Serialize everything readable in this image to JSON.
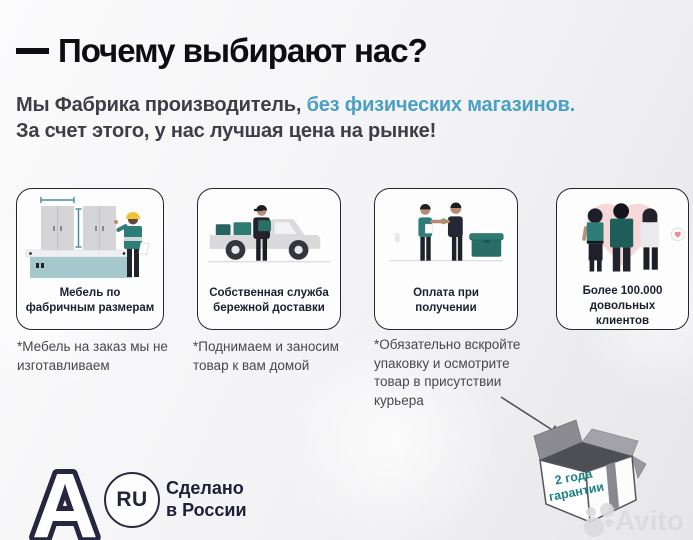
{
  "header": {
    "title": "Почему выбирают нас?",
    "subtitle_part1": "Мы Фабрика производитель, ",
    "subtitle_highlight": "без физических магазинов.",
    "subtitle_line2": "За счет этого, у нас лучшая цена на рынке!"
  },
  "colors": {
    "accent_blue": "#4a9fc4",
    "dark_navy": "#23233a",
    "title_black": "#0d0d12",
    "note_gray": "#47474e",
    "card_border": "#25252f",
    "illustration_teal": "#2e7d79",
    "guarantee_teal": "#1f8183",
    "helmet_yellow": "#f2c230",
    "pink_heart": "#f6d8d8"
  },
  "cards": [
    {
      "icon": "furniture-measurement-illustration",
      "label": "Мебель по фабричным размерам"
    },
    {
      "icon": "delivery-truck-illustration",
      "label": "Собственная служба бережной доставки"
    },
    {
      "icon": "payment-on-delivery-illustration",
      "label": "Оплата при получении"
    },
    {
      "icon": "happy-clients-illustration",
      "label": "Более 100.000 довольных клиентов"
    }
  ],
  "notes": [
    "*Мебель на заказ мы не изготавливаем",
    "*Поднимаем и заносим товар к вам домой",
    "*Обязательно вскройте упаковку и осмотрите товар в присутствии курьера"
  ],
  "footer": {
    "brand_letter": "А",
    "made_in_badge": "RU",
    "made_in_line1": "Сделано",
    "made_in_line2": "в России",
    "guarantee": "2 года гарантии"
  },
  "watermark": {
    "text": "Avito"
  }
}
